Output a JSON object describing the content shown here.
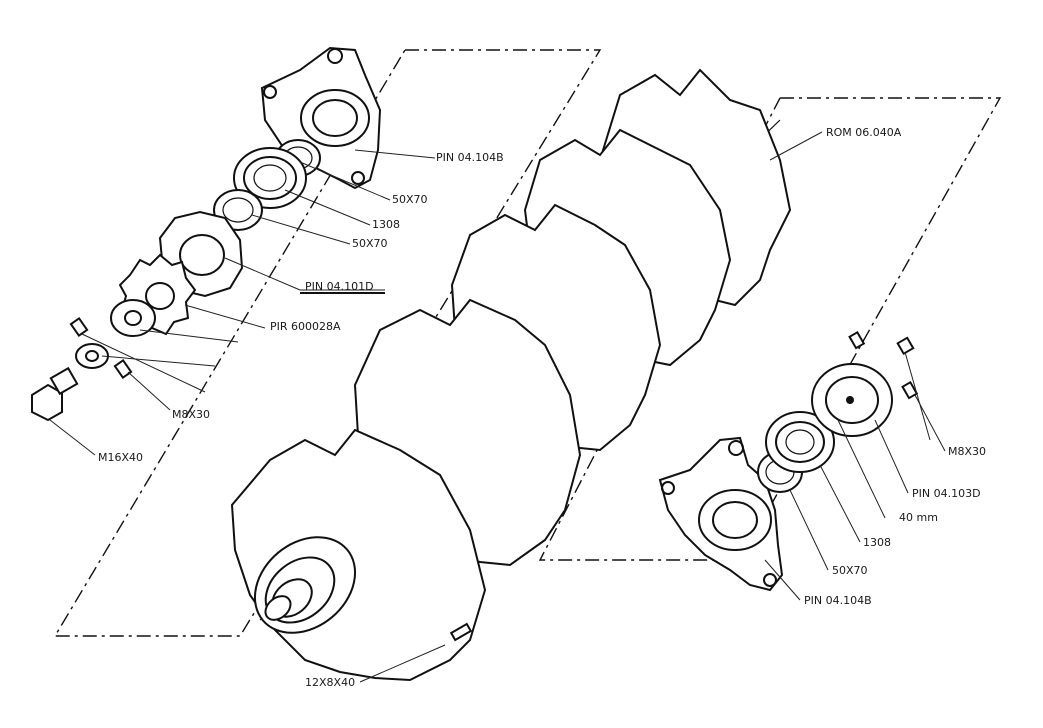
{
  "labels": {
    "pin_04_104b_top": "PIN 04.104B",
    "seal_50x70_a": "50X70",
    "bearing_1308_a": "1308",
    "seal_50x70_b": "50X70",
    "pin_04_101d": "PIN 04.101D",
    "pir_600028a": "PIR 600028A",
    "bolt_m8x30_left": "M8X30",
    "bolt_m16x40": "M16X40",
    "rom_06_040a": "ROM 06.040A",
    "bolt_m8x30_right": "M8X30",
    "pin_04_103d": "PIN 04.103D",
    "dim_40mm": "40 mm",
    "bearing_1308_b": "1308",
    "seal_50x70_c": "50X70",
    "pin_04_104b_bottom": "PIN 04.104B",
    "key_12x8x40": "12X8X40"
  }
}
